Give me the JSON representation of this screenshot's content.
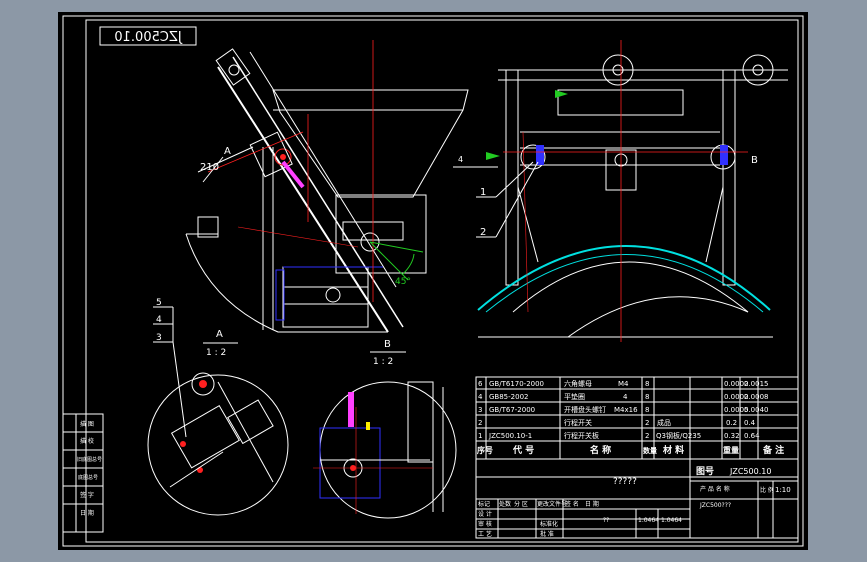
{
  "drawing": {
    "code_box": "JZC500.10",
    "view_a_label": "A",
    "view_a_scale": "1 : 2",
    "view_b_label": "B",
    "view_b_scale": "1 : 2",
    "main_view": {
      "dim_210": "210",
      "label_a": "A",
      "angle": "45°"
    },
    "side_view": {
      "label_b": "B",
      "mark_4": "4",
      "leader_1": "1",
      "leader_2": "2"
    },
    "detail_leaders": [
      "5",
      "4",
      "3"
    ]
  },
  "left_strip": {
    "rows": [
      "描 图",
      "描 校",
      "旧底图总号",
      "底图总号",
      "签 字",
      "日 期"
    ]
  },
  "bom": {
    "rows": [
      {
        "no": "6",
        "code": "GB/T6170-2000",
        "name": "六角螺母",
        "spec": "M4",
        "qty": "8",
        "unit_w": "0.0002",
        "total_w": "0.0015"
      },
      {
        "no": "4",
        "code": "GB85-2002",
        "name": "平垫圈",
        "spec": "4",
        "qty": "8",
        "unit_w": "0.0002",
        "total_w": "0.0008"
      },
      {
        "no": "3",
        "code": "GB/T67-2000",
        "name": "开槽盘头螺钉",
        "spec": "M4x16",
        "qty": "8",
        "unit_w": "0.0005",
        "total_w": "0.0040"
      },
      {
        "no": "2",
        "code": "",
        "name": "行程开关",
        "spec": "",
        "qty": "2",
        "material": "成品",
        "unit_w": "0.2",
        "total_w": "0.4"
      },
      {
        "no": "1",
        "code": "JZC500.10-1",
        "name": "行程开关板",
        "spec": "",
        "qty": "2",
        "material": "Q3钢板/Q235",
        "unit_w": "0.32",
        "total_w": "0.64"
      }
    ],
    "header": {
      "no": "序号",
      "code": "代 号",
      "name": "名 称",
      "qty": "数量",
      "material": "材 料",
      "weight": "重量",
      "remark": "备 注"
    }
  },
  "title_block": {
    "drawing_no_label": "图号",
    "drawing_no": "JZC500.10",
    "product_name_label": "产 品 名 称",
    "product_name": "JZC500???",
    "title": "?????",
    "scale_label": "比 例",
    "scale": "1:10",
    "mark": "??",
    "weight1": "1.0464",
    "weight2": "1.0464",
    "sign_rows": [
      "标记",
      "设 计",
      "审 核",
      "工 艺"
    ],
    "sign_cols": [
      "处数",
      "分 区",
      "更改文件号",
      "签 名",
      "日 期"
    ],
    "std_label": "标准化",
    "approve_label": "批 准"
  },
  "colors": {
    "red": "#ff2020",
    "white": "#ffffff",
    "green": "#22cc22",
    "blue": "#3030ff",
    "magenta": "#ff40ff",
    "cyan": "#00e0e0",
    "yellow": "#ffee00"
  }
}
